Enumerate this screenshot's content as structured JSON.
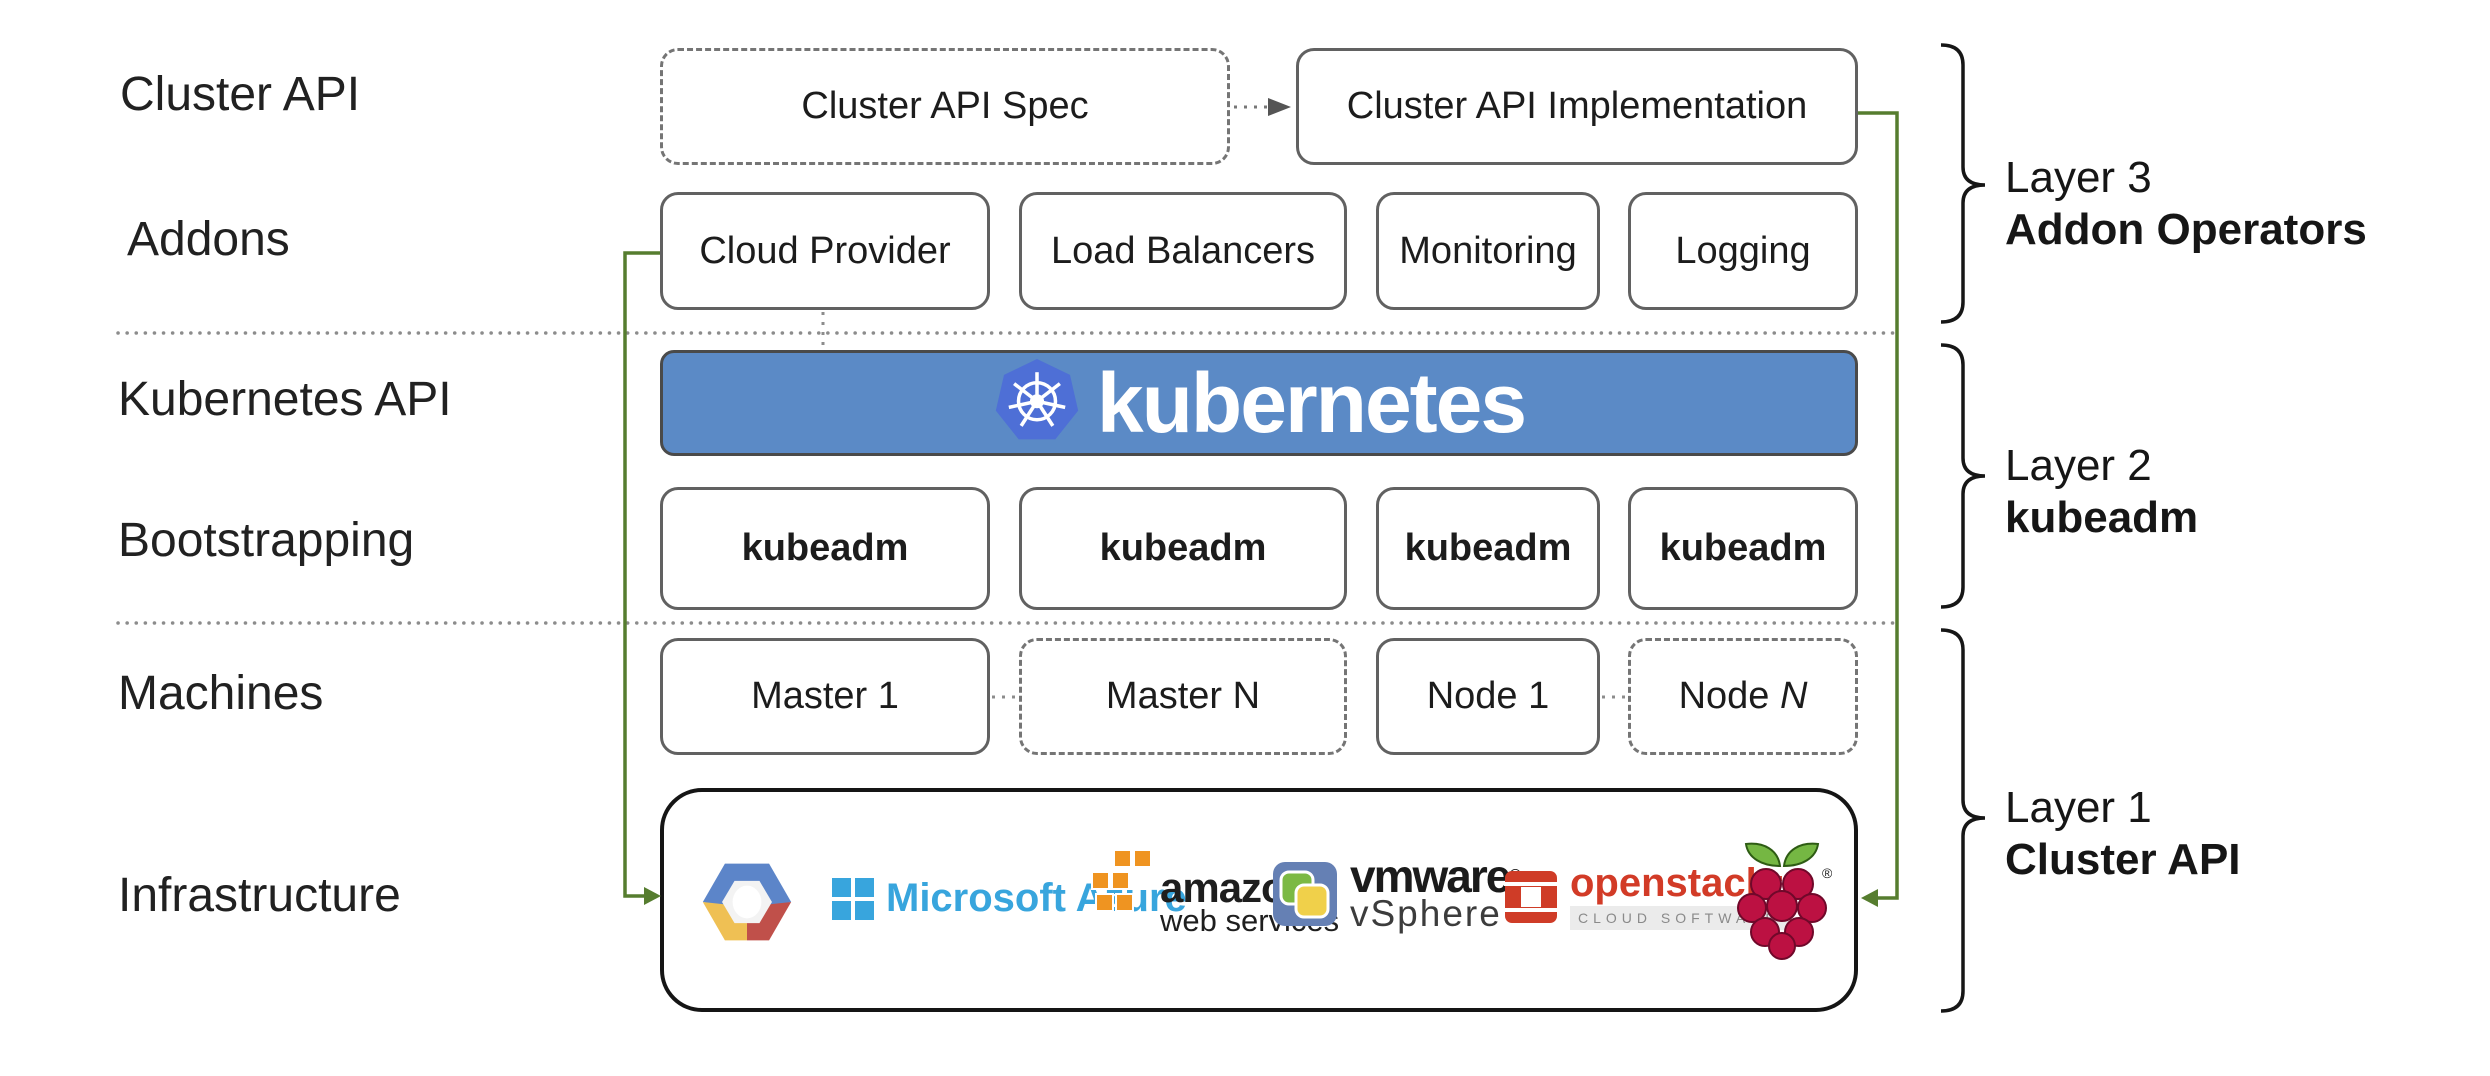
{
  "rows": [
    {
      "label": "Cluster API"
    },
    {
      "label": "Addons"
    },
    {
      "label": "Kubernetes API"
    },
    {
      "label": "Bootstrapping"
    },
    {
      "label": "Machines"
    },
    {
      "label": "Infrastructure"
    }
  ],
  "cluster_api_row": {
    "spec": "Cluster API Spec",
    "implementation": "Cluster API Implementation"
  },
  "addons": [
    {
      "label": "Cloud Provider"
    },
    {
      "label": "Load Balancers"
    },
    {
      "label": "Monitoring"
    },
    {
      "label": "Logging"
    }
  ],
  "kubernetes": {
    "wordmark": "kubernetes"
  },
  "bootstrapping": [
    {
      "label": "kubeadm"
    },
    {
      "label": "kubeadm"
    },
    {
      "label": "kubeadm"
    },
    {
      "label": "kubeadm"
    }
  ],
  "machines": [
    {
      "label": "Master 1"
    },
    {
      "label": "Master N"
    },
    {
      "label": "Node 1"
    },
    {
      "prefix": "Node ",
      "n": "N"
    }
  ],
  "infrastructure": {
    "azure_label": "Microsoft Azure",
    "aws_line1": "amazon",
    "aws_line2": "web services",
    "vmware_line1": "vmware",
    "vmware_reg": "®",
    "vmware_line2": "vSphere",
    "openstack_name": "openstack",
    "openstack_tm": "™",
    "openstack_sub": "CLOUD SOFTWARE",
    "rpi_reg": "®"
  },
  "layers": [
    {
      "line1": "Layer 3",
      "line2": "Addon Operators"
    },
    {
      "line1": "Layer 2",
      "line2": "kubeadm"
    },
    {
      "line1": "Layer 1",
      "line2": "Cluster API"
    }
  ],
  "colors": {
    "kubernetes_bar": "#5b8ac6",
    "kubernetes_logo": "#4e6fd6",
    "connector_green": "#567d2f",
    "azure_blue": "#38a5dd",
    "aws_orange": "#ef9421",
    "openstack_red": "#d23b27",
    "vmware_green": "#7cb944",
    "vmware_yellow": "#f0d04a",
    "gcp_blue": "#5c85c9",
    "gcp_red": "#c0504a",
    "gcp_yellow": "#efc054",
    "raspberry_red": "#bc1142",
    "raspberry_green": "#75b743"
  }
}
